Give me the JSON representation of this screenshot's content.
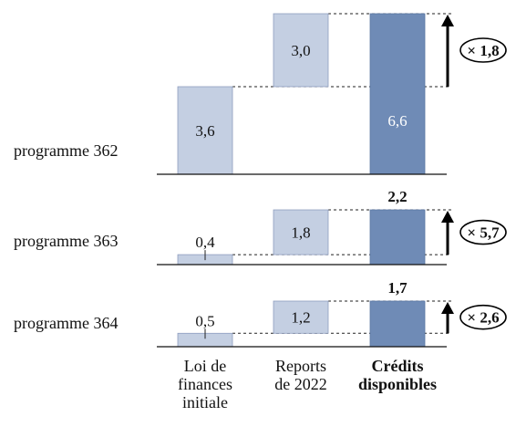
{
  "chart_data": {
    "type": "bar",
    "subtype": "waterfall",
    "categories": [
      "Loi de finances initiale",
      "Reports de 2022",
      "Crédits disponibles"
    ],
    "category_lines": [
      [
        "Loi de",
        "finances",
        "initiale"
      ],
      [
        "Reports",
        "de 2022"
      ],
      [
        "Crédits",
        "disponibles"
      ]
    ],
    "panels": [
      {
        "label": "programme 362",
        "lfi": 3.6,
        "reports": 3.0,
        "total": 6.6,
        "lfi_label": "3,6",
        "reports_label": "3,0",
        "total_label": "6,6",
        "multiplier_label": "× 1,8"
      },
      {
        "label": "programme 363",
        "lfi": 0.4,
        "reports": 1.8,
        "total": 2.2,
        "lfi_label": "0,4",
        "reports_label": "1,8",
        "total_label": "2,2",
        "multiplier_label": "× 5,7"
      },
      {
        "label": "programme 364",
        "lfi": 0.5,
        "reports": 1.2,
        "total": 1.7,
        "lfi_label": "0,5",
        "reports_label": "1,2",
        "total_label": "1,7",
        "multiplier_label": "× 2,6"
      }
    ],
    "colors": {
      "light": "#c4cfe2",
      "light_edge": "#8e9dbf",
      "dark": "#6f8bb6",
      "dark_edge": "#5b77a4"
    }
  }
}
